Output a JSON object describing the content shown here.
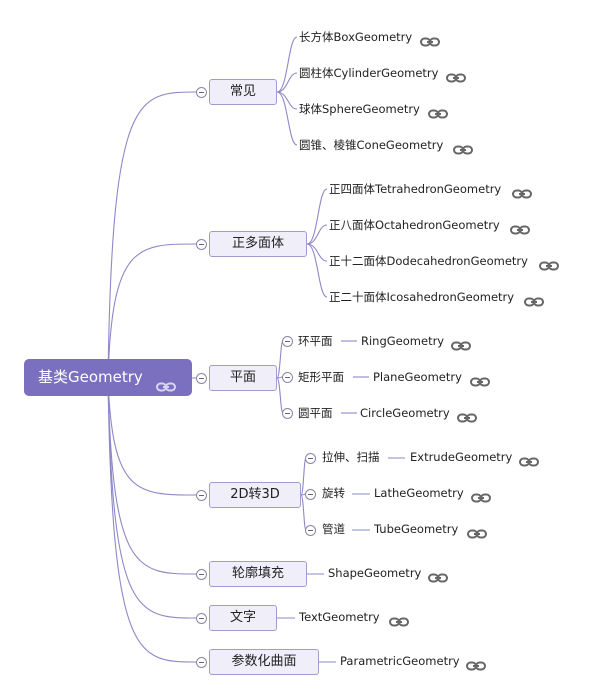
{
  "root": {
    "label": "基类Geometry"
  },
  "colors": {
    "root": "#7b6fbf",
    "topic_fill": "#efeef9",
    "topic_border": "#a29cce",
    "wire": "#8e88c8"
  },
  "topics": {
    "common": {
      "label": "常见",
      "leaves": [
        "长方体BoxGeometry",
        "圆柱体CylinderGeometry",
        "球体SphereGeometry",
        "圆锥、棱锥ConeGeometry"
      ]
    },
    "polyhedra": {
      "label": "正多面体",
      "leaves": [
        "正四面体TetrahedronGeometry",
        "正八面体OctahedronGeometry",
        "正十二面体DodecahedronGeometry",
        "正二十面体IcosahedronGeometry"
      ]
    },
    "plane": {
      "label": "平面",
      "subs": [
        {
          "label": "环平面",
          "leaf": "RingGeometry"
        },
        {
          "label": "矩形平面",
          "leaf": "PlaneGeometry"
        },
        {
          "label": "圆平面",
          "leaf": "CircleGeometry"
        }
      ]
    },
    "to3d": {
      "label": "2D转3D",
      "subs": [
        {
          "label": "拉伸、扫描",
          "leaf": "ExtrudeGeometry"
        },
        {
          "label": "旋转",
          "leaf": "LatheGeometry"
        },
        {
          "label": "管道",
          "leaf": "TubeGeometry"
        }
      ]
    },
    "shape": {
      "label": "轮廓填充",
      "leaf": "ShapeGeometry"
    },
    "text": {
      "label": "文字",
      "leaf": "TextGeometry"
    },
    "parametric": {
      "label": "参数化曲面",
      "leaf": "ParametricGeometry"
    }
  }
}
